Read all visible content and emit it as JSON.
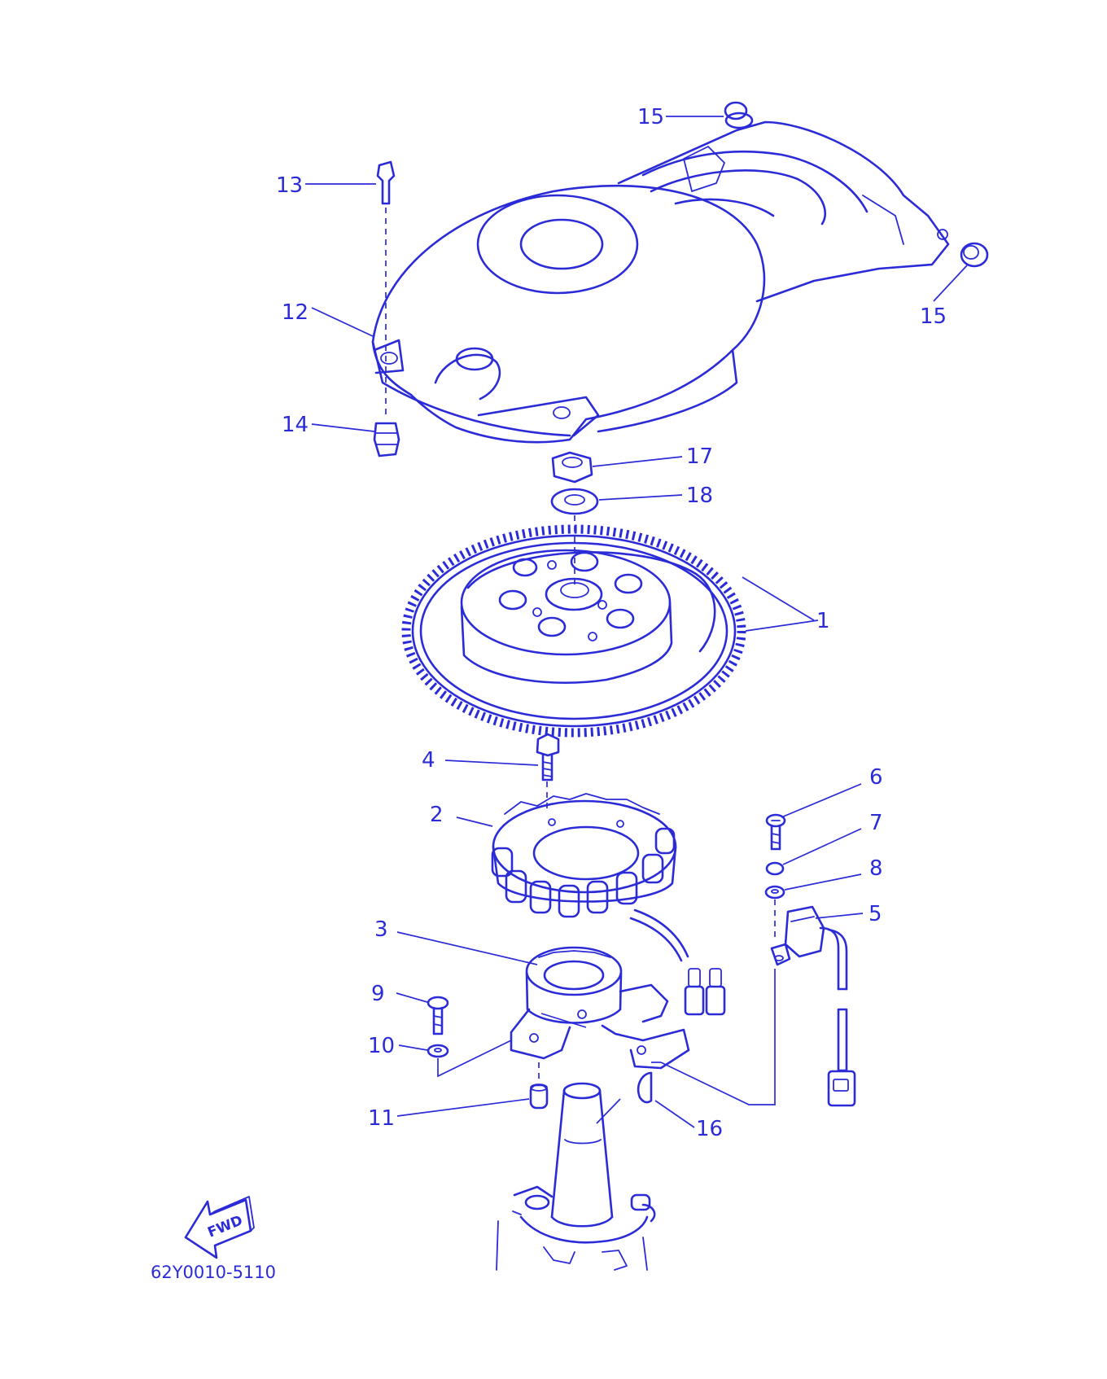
{
  "diagram_code": "62Y0010-5110",
  "fwd_label": "FWD",
  "callouts": {
    "p1": "1",
    "p2": "2",
    "p3": "3",
    "p4": "4",
    "p5": "5",
    "p6": "6",
    "p7": "7",
    "p8": "8",
    "p9": "9",
    "p10": "10",
    "p11": "11",
    "p12": "12",
    "p13": "13",
    "p14": "14",
    "p15a": "15",
    "p15b": "15",
    "p16": "16",
    "p17": "17",
    "p18": "18"
  },
  "colors": {
    "ink": "#2b2bd8",
    "background": "#ffffff"
  }
}
